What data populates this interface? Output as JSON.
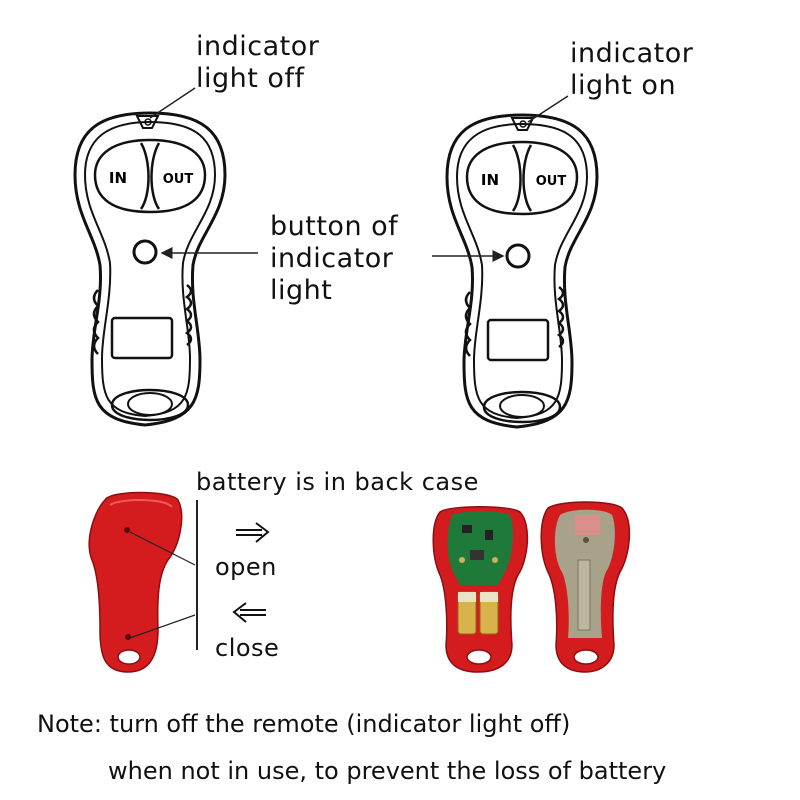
{
  "labels": {
    "indicator_off": [
      "indicator",
      "light off"
    ],
    "indicator_on": [
      "indicator",
      "light on"
    ],
    "button_of_indicator": [
      "button of",
      "indicator",
      "light"
    ],
    "battery_case": "battery is in back case",
    "open": "open",
    "close": "close"
  },
  "remote": {
    "in_label": "IN",
    "out_label": "OUT"
  },
  "note": {
    "line1": "Note: turn off the remote (indicator light off)",
    "line2": "when not in use, to prevent the loss of battery"
  },
  "colors": {
    "remote_red": "#d41c1e",
    "pcb_green": "#1f7a3a",
    "case_gray": "#a9a28a",
    "battery_gold": "#d8b24a"
  },
  "icons": {
    "open_arrow": "arrow-right-icon",
    "close_arrow": "arrow-left-icon"
  }
}
